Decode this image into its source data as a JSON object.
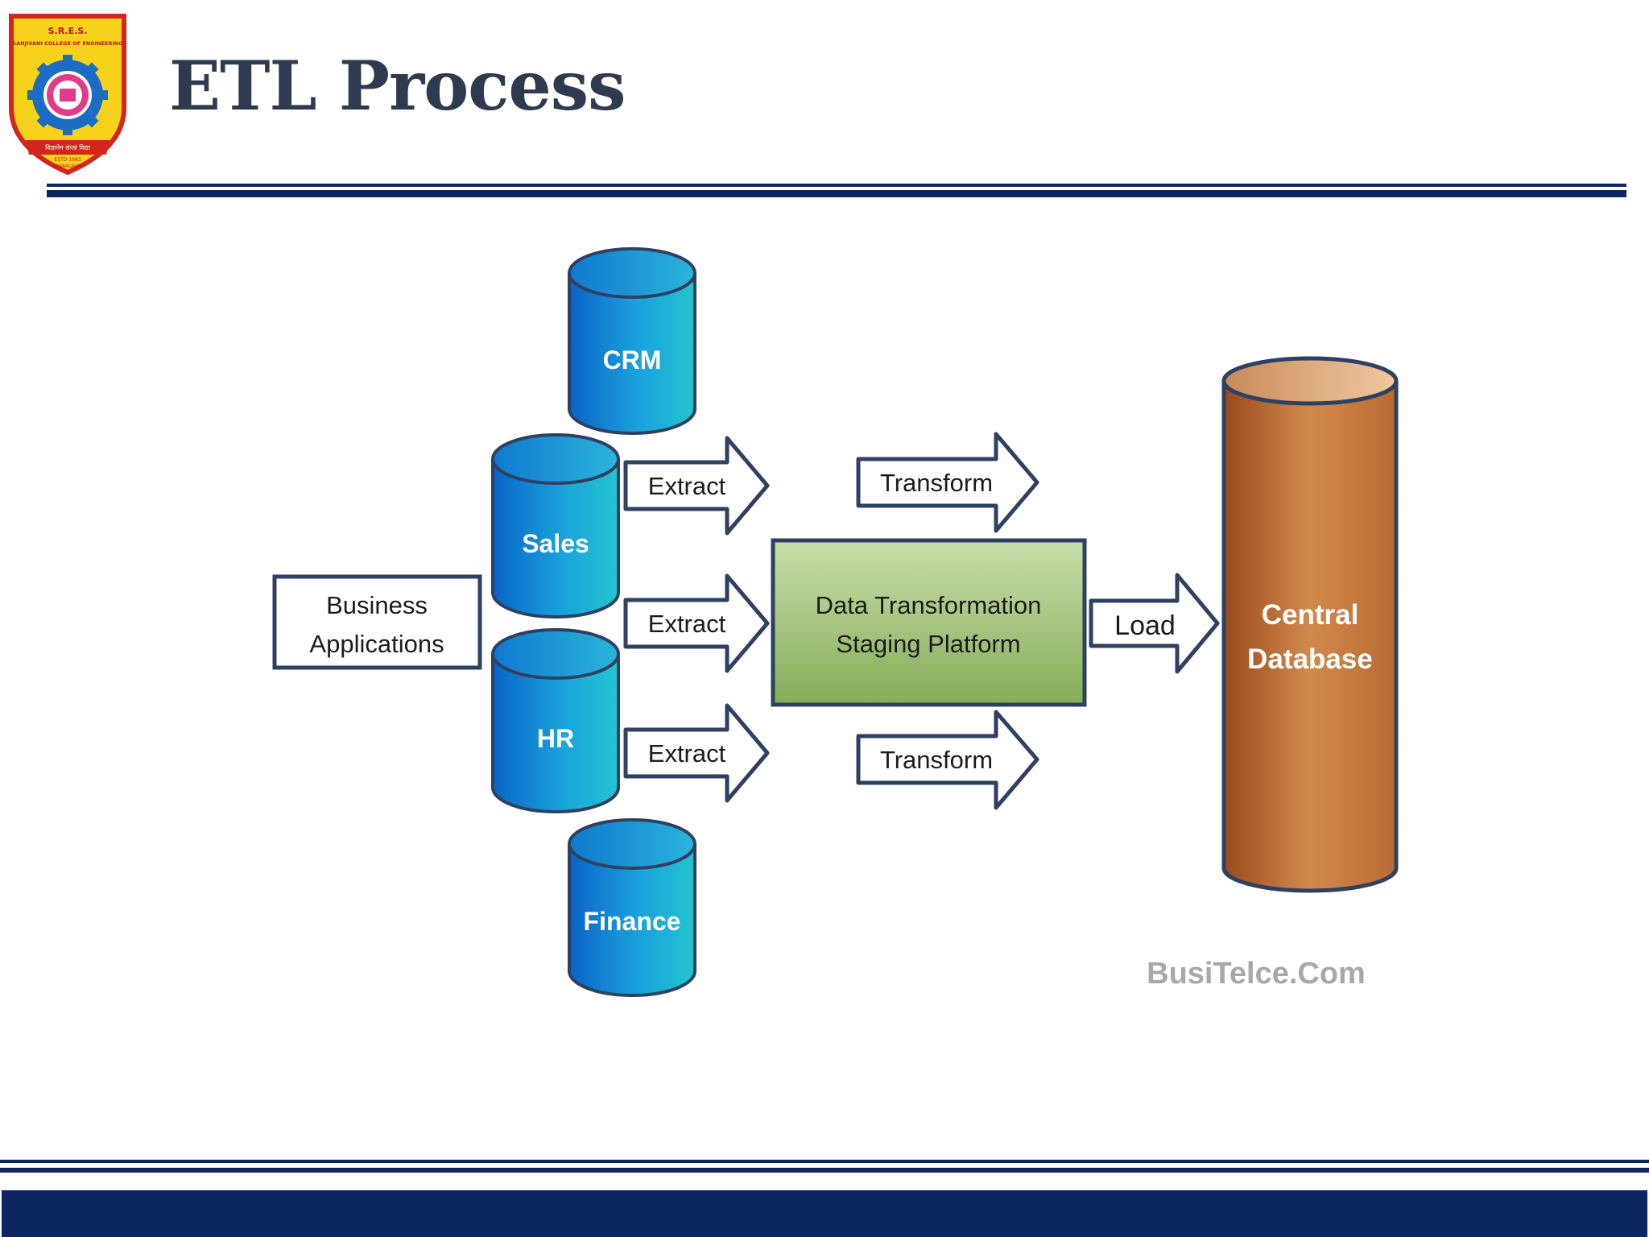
{
  "slide": {
    "title": "ETL Process",
    "logo": {
      "top_text": "S.R.E.S.",
      "institution": "SANJIVANI COLLEGE OF ENGINEERING",
      "motto": "विज्ञानेन संपन्नं विद्या",
      "established": "ESTD 1983",
      "place": "KOPARGAON"
    }
  },
  "diagram": {
    "source_box": {
      "line1": "Business",
      "line2": "Applications"
    },
    "databases": [
      "CRM",
      "Sales",
      "HR",
      "Finance"
    ],
    "extract_labels": [
      "Extract",
      "Extract",
      "Extract"
    ],
    "transform_labels": [
      "Transform",
      "Transform"
    ],
    "staging": {
      "line1": "Data Transformation",
      "line2": "Staging Platform"
    },
    "load_label": "Load",
    "target": {
      "line1": "Central",
      "line2": "Database"
    },
    "watermark": "BusiTelce.Com"
  },
  "colors": {
    "navy": "#0d2560",
    "title": "#2e3a4f",
    "db_blue": "#1a8ad6",
    "staging_green": "#94bb68",
    "central_brown": "#b8672f",
    "outline": "#2f4160"
  }
}
